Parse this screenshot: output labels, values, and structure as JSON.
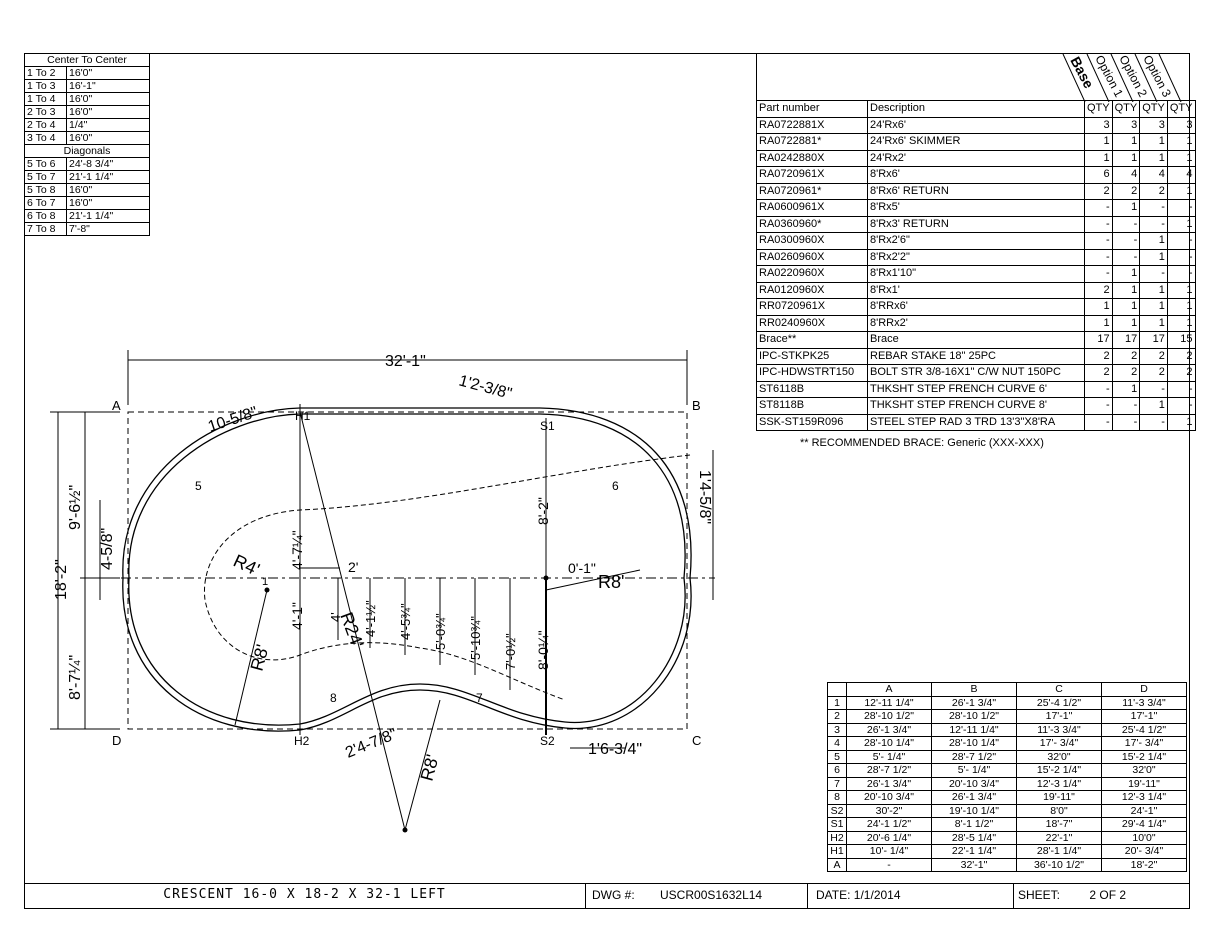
{
  "center_table": {
    "header": "Center To Center",
    "rows": [
      [
        "1 To 2",
        "16'0\""
      ],
      [
        "1 To 3",
        "16'-1\""
      ],
      [
        "1 To 4",
        "16'0\""
      ],
      [
        "2 To 3",
        "16'0\""
      ],
      [
        "2 To 4",
        "1/4\""
      ],
      [
        "3 To 4",
        "16'0\""
      ]
    ],
    "diag_header": "Diagonals",
    "diag_rows": [
      [
        "5 To 6",
        "24'-8 3/4\""
      ],
      [
        "5 To 7",
        "21'-1 1/4\""
      ],
      [
        "5 To 8",
        "16'0\""
      ],
      [
        "6 To 7",
        "16'0\""
      ],
      [
        "6 To 8",
        "21'-1 1/4\""
      ],
      [
        "7 To 8",
        "7'-8\""
      ]
    ]
  },
  "parts_table": {
    "options": [
      "Base",
      "Option 1",
      "Option 2",
      "Option 3"
    ],
    "headers": [
      "Part number",
      "Description",
      "QTY",
      "QTY",
      "QTY",
      "QTY"
    ],
    "rows": [
      [
        "RA0722881X",
        "24'Rx6'",
        "3",
        "3",
        "3",
        "3"
      ],
      [
        "RA0722881*",
        "24'Rx6' SKIMMER",
        "1",
        "1",
        "1",
        "1"
      ],
      [
        "RA0242880X",
        "24'Rx2'",
        "1",
        "1",
        "1",
        "1"
      ],
      [
        "RA0720961X",
        "8'Rx6'",
        "6",
        "4",
        "4",
        "4"
      ],
      [
        "RA0720961*",
        "8'Rx6' RETURN",
        "2",
        "2",
        "2",
        "1"
      ],
      [
        "RA0600961X",
        "8'Rx5'",
        "-",
        "1",
        "-",
        "-"
      ],
      [
        "RA0360960*",
        "8'Rx3' RETURN",
        "-",
        "-",
        "-",
        "1"
      ],
      [
        "RA0300960X",
        "8'Rx2'6\"",
        "-",
        "-",
        "1",
        "-"
      ],
      [
        "RA0260960X",
        "8'Rx2'2\"",
        "-",
        "-",
        "1",
        "-"
      ],
      [
        "RA0220960X",
        "8'Rx1'10\"",
        "-",
        "1",
        "-",
        "-"
      ],
      [
        "RA0120960X",
        "8'Rx1'",
        "2",
        "1",
        "1",
        "1"
      ],
      [
        "RR0720961X",
        "8'RRx6'",
        "1",
        "1",
        "1",
        "1"
      ],
      [
        "RR0240960X",
        "8'RRx2'",
        "1",
        "1",
        "1",
        "1"
      ],
      [
        "Brace**",
        "Brace",
        "17",
        "17",
        "17",
        "15"
      ],
      [
        "IPC-STKPK25",
        "REBAR STAKE 18\" 25PC",
        "2",
        "2",
        "2",
        "2"
      ],
      [
        "IPC-HDWSTRT150",
        "BOLT STR 3/8-16X1\" C/W NUT 150PC",
        "2",
        "2",
        "2",
        "2"
      ],
      [
        "ST6118B",
        "THKSHT STEP FRENCH CURVE 6'",
        "-",
        "1",
        "-",
        "-"
      ],
      [
        "ST8118B",
        "THKSHT STEP FRENCH CURVE 8'",
        "-",
        "-",
        "1",
        "-"
      ],
      [
        "SSK-ST159R096",
        "STEEL STEP RAD 3 TRD 13'3\"X8'RA",
        "-",
        "-",
        "-",
        "1"
      ]
    ],
    "note": "** RECOMMENDED BRACE:  Generic (XXX-XXX)"
  },
  "coord_table": {
    "headers": [
      "",
      "A",
      "B",
      "C",
      "D"
    ],
    "rows": [
      [
        "1",
        "12'-11 1/4\"",
        "26'-1 3/4\"",
        "25'-4 1/2\"",
        "11'-3 3/4\""
      ],
      [
        "2",
        "28'-10 1/2\"",
        "28'-10 1/2\"",
        "17'-1\"",
        "17'-1\""
      ],
      [
        "3",
        "26'-1 3/4\"",
        "12'-11 1/4\"",
        "11'-3 3/4\"",
        "25'-4 1/2\""
      ],
      [
        "4",
        "28'-10 1/4\"",
        "28'-10 1/4\"",
        "17'- 3/4\"",
        "17'- 3/4\""
      ],
      [
        "5",
        "5'- 1/4\"",
        "28'-7 1/2\"",
        "32'0\"",
        "15'-2 1/4\""
      ],
      [
        "6",
        "28'-7 1/2\"",
        "5'- 1/4\"",
        "15'-2 1/4\"",
        "32'0\""
      ],
      [
        "7",
        "26'-1 3/4\"",
        "20'-10 3/4\"",
        "12'-3 1/4\"",
        "19'-11\""
      ],
      [
        "8",
        "20'-10 3/4\"",
        "26'-1 3/4\"",
        "19'-11\"",
        "12'-3 1/4\""
      ],
      [
        "S2",
        "30'-2\"",
        "19'-10 1/4\"",
        "8'0\"",
        "24'-1\""
      ],
      [
        "S1",
        "24'-1 1/2\"",
        "8'-1 1/2\"",
        "18'-7\"",
        "29'-4 1/4\""
      ],
      [
        "H2",
        "20'-6 1/4\"",
        "28'-5 1/4\"",
        "22'-1\"",
        "10'0\""
      ],
      [
        "H1",
        "10'- 1/4\"",
        "22'-1 1/4\"",
        "28'-1 1/4\"",
        "20'- 3/4\""
      ],
      [
        "A",
        "-",
        "32'-1\"",
        "36'-10 1/2\"",
        "18'-2\""
      ]
    ]
  },
  "title_block": {
    "title": "CRESCENT 16-0 X 18-2 X 32-1 LEFT",
    "dwg_label": "DWG #:",
    "dwg_value": "USCR00S1632L14",
    "date_label": "DATE:",
    "date_value": "1/1/2014",
    "sheet_label": "SHEET:",
    "sheet_value": "2 OF 2"
  },
  "drawing": {
    "corners": [
      "A",
      "B",
      "C",
      "D"
    ],
    "points": [
      "1",
      "5",
      "6",
      "7",
      "8",
      "H1",
      "H2",
      "S1",
      "S2"
    ],
    "dims": {
      "overall_length": "32'-1\"",
      "overall_width": "18'-2\"",
      "upper_width": "9'-6½\"",
      "lower_width": "8'-7¼\"",
      "left_offset": "4-5/8\"",
      "right_offset": "1'4-5/8\"",
      "top_left_offset": "10-5/8\"",
      "top_right_offset": "1'2-3/8\"",
      "bottom_offset": "2'4-7/8\"",
      "right_bottom_offset": "1'6-3/4\"",
      "r4": "R4'",
      "r8_left": "R8'",
      "r8_right": "R8'",
      "r8_bottom": "R8'",
      "r24": "R24'",
      "h1_up": "4'-7¼\"",
      "h1_down": "4'-1\"",
      "s1_up": "8'-2\"",
      "s2_down": "8'-0¼\"",
      "two_ft": "2'",
      "zero_one": "0'-1\"",
      "four_ft": "4'",
      "d1": "4'-1½\"",
      "d2": "4'-5¾\"",
      "d3": "5'-0¾\"",
      "d4": "5'-10¾\"",
      "d5": "7'-0½\""
    }
  }
}
